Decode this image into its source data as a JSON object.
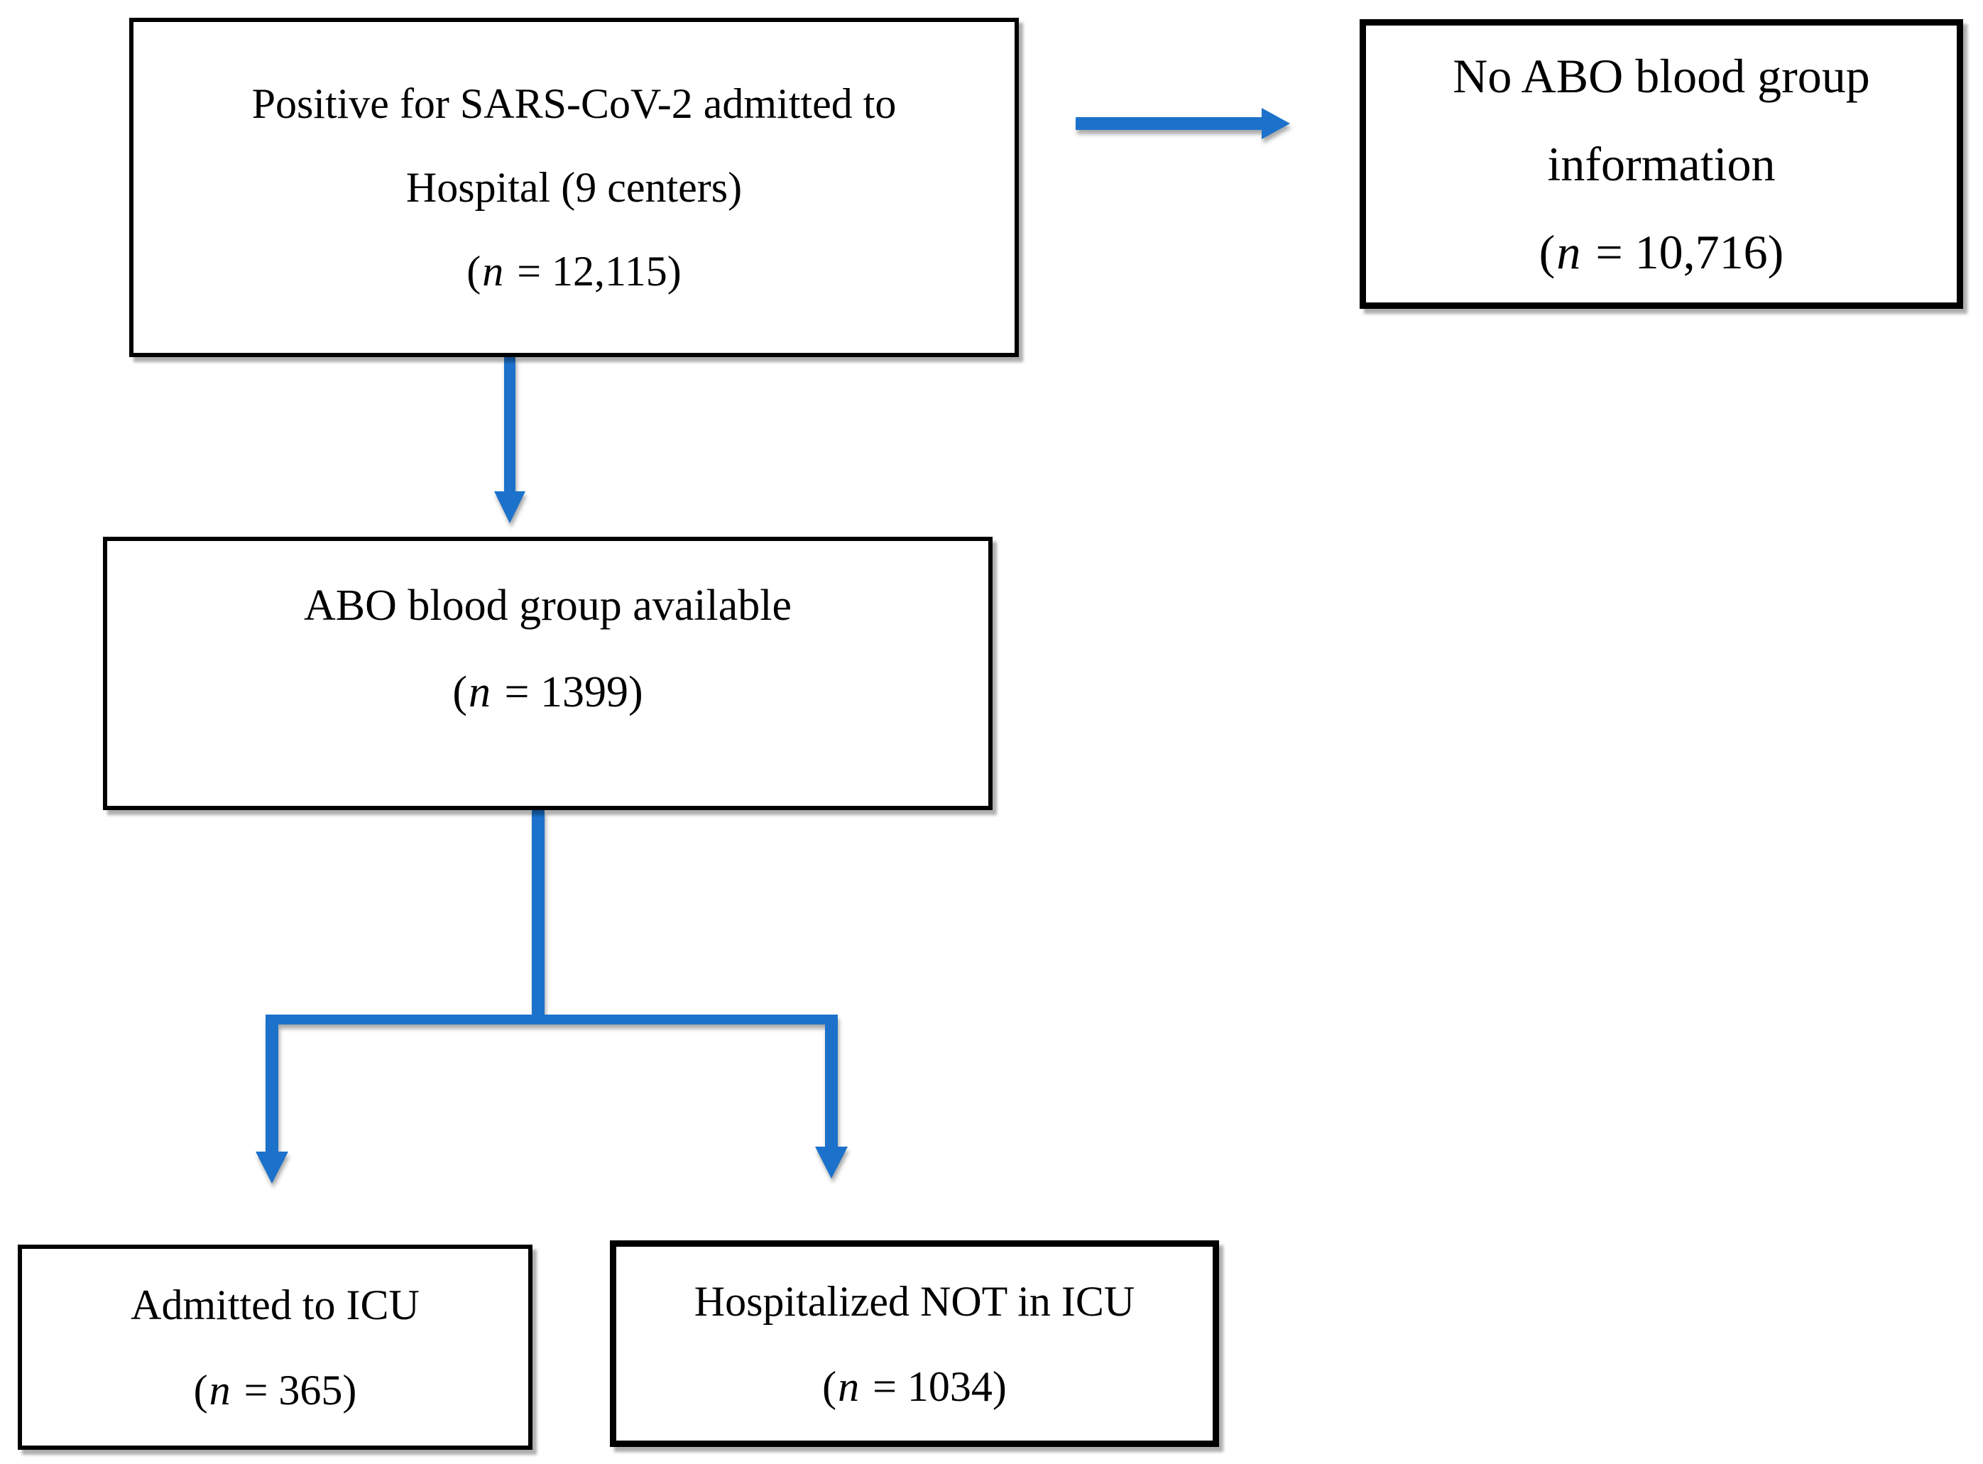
{
  "figure": {
    "type": "flowchart",
    "title": "Patient selection flow: SARS-CoV-2 positive admissions and ABO blood group availability",
    "colors": {
      "arrow_blue": "#1c72cb",
      "box_border": "#000000",
      "text": "#000000",
      "shadow_gray": "#ababab",
      "background": "#ffffff"
    },
    "nodes": [
      {
        "id": "source-population",
        "lines": [
          "Positive for SARS-CoV-2 admitted to",
          "Hospital (9 centers)"
        ],
        "n_open": "(",
        "n_symbol": "n",
        "n_rest": " = 12,115)"
      },
      {
        "id": "no-abo-information",
        "lines": [
          "No ABO blood group",
          "information"
        ],
        "n_open": "(",
        "n_symbol": "n",
        "n_rest": " = 10,716)"
      },
      {
        "id": "abo-available",
        "lines": [
          "ABO blood group available"
        ],
        "n_open": "(",
        "n_symbol": "n",
        "n_rest": " = 1399)"
      },
      {
        "id": "admitted-icu",
        "lines": [
          "Admitted to ICU"
        ],
        "n_open": "(",
        "n_symbol": "n",
        "n_rest": " = 365)"
      },
      {
        "id": "hospitalized-not-icu",
        "lines": [
          "Hospitalized NOT in ICU"
        ],
        "n_open": "(",
        "n_symbol": "n",
        "n_rest": " = 1034)"
      }
    ],
    "edges": [
      {
        "from": "source-population",
        "to": "no-abo-information",
        "direction": "right"
      },
      {
        "from": "source-population",
        "to": "abo-available",
        "direction": "down"
      },
      {
        "from": "abo-available",
        "to": "admitted-icu",
        "direction": "down-left"
      },
      {
        "from": "abo-available",
        "to": "hospitalized-not-icu",
        "direction": "down-right"
      }
    ]
  }
}
